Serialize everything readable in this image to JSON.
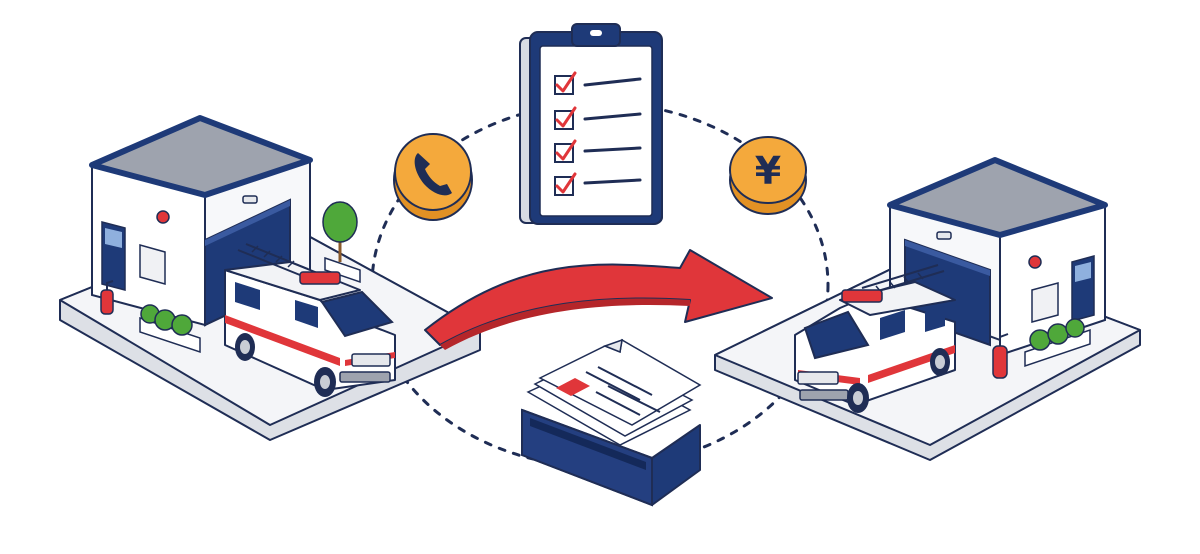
{
  "coin_phone": {
    "icon": "phone-icon",
    "color": "#F4A93C"
  },
  "coin_yen": {
    "icon": "yen-icon",
    "symbol": "¥",
    "color": "#F4A93C"
  },
  "clipboard": {
    "icon": "checklist-icon",
    "items_checked": 4,
    "items_total": 4
  },
  "document_tray": {
    "icon": "document-tray-icon"
  },
  "transfer_arrow": {
    "icon": "arrow-right-icon",
    "color": "#E0363A"
  },
  "stations": [
    {
      "name": "origin-station"
    },
    {
      "name": "destination-station"
    }
  ],
  "colors": {
    "navy": "#1E3A78",
    "red": "#E0363A",
    "orange": "#F4A93C",
    "green": "#4FA83A",
    "platform": "#F1F2F5",
    "outline": "#1F2D55"
  }
}
